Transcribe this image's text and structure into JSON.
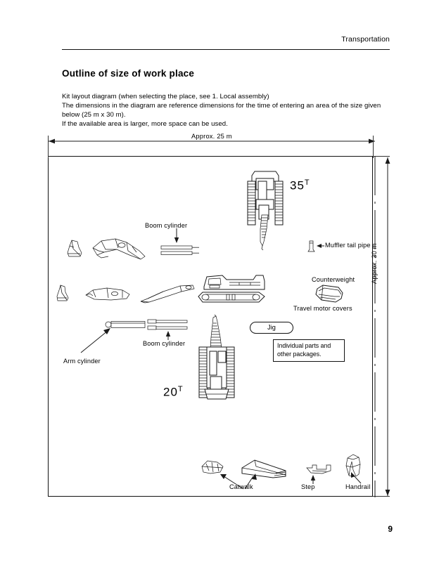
{
  "header": {
    "title": "Transportation"
  },
  "section": {
    "heading": "Outline of size of work place",
    "intro_line_1": "Kit layout diagram (when selecting the place, see 1. Local assembly)",
    "intro_line_2": "The dimensions in the diagram are reference dimensions for the time of entering an area of the size given",
    "intro_line_3": "below (25 m x 30 m).",
    "intro_line_4": "If the available area is larger, more space can be used."
  },
  "diagram": {
    "dimension_top": "Approx. 25 m",
    "dimension_right": "Approx. 30 m",
    "labels": {
      "boom_cylinder_top": "Boom cylinder",
      "boom_cylinder_lower": "Boom cylinder",
      "arm_cylinder": "Arm cylinder",
      "muffler_tail_pipe": "Muffler tail pipe",
      "counterweight": "Counterweight",
      "travel_motor_covers": "Travel motor covers",
      "jig": "Jig",
      "individual_parts_line_1": "Individual parts and",
      "individual_parts_line_2": "other packages.",
      "catwalk": "Catwalk",
      "step": "Step",
      "handrail": "Handrail"
    },
    "machines": {
      "upper_tonnage": "35",
      "upper_tonnage_unit": "T",
      "lower_tonnage": "20",
      "lower_tonnage_unit": "T"
    }
  },
  "footer": {
    "page_number": "9"
  }
}
